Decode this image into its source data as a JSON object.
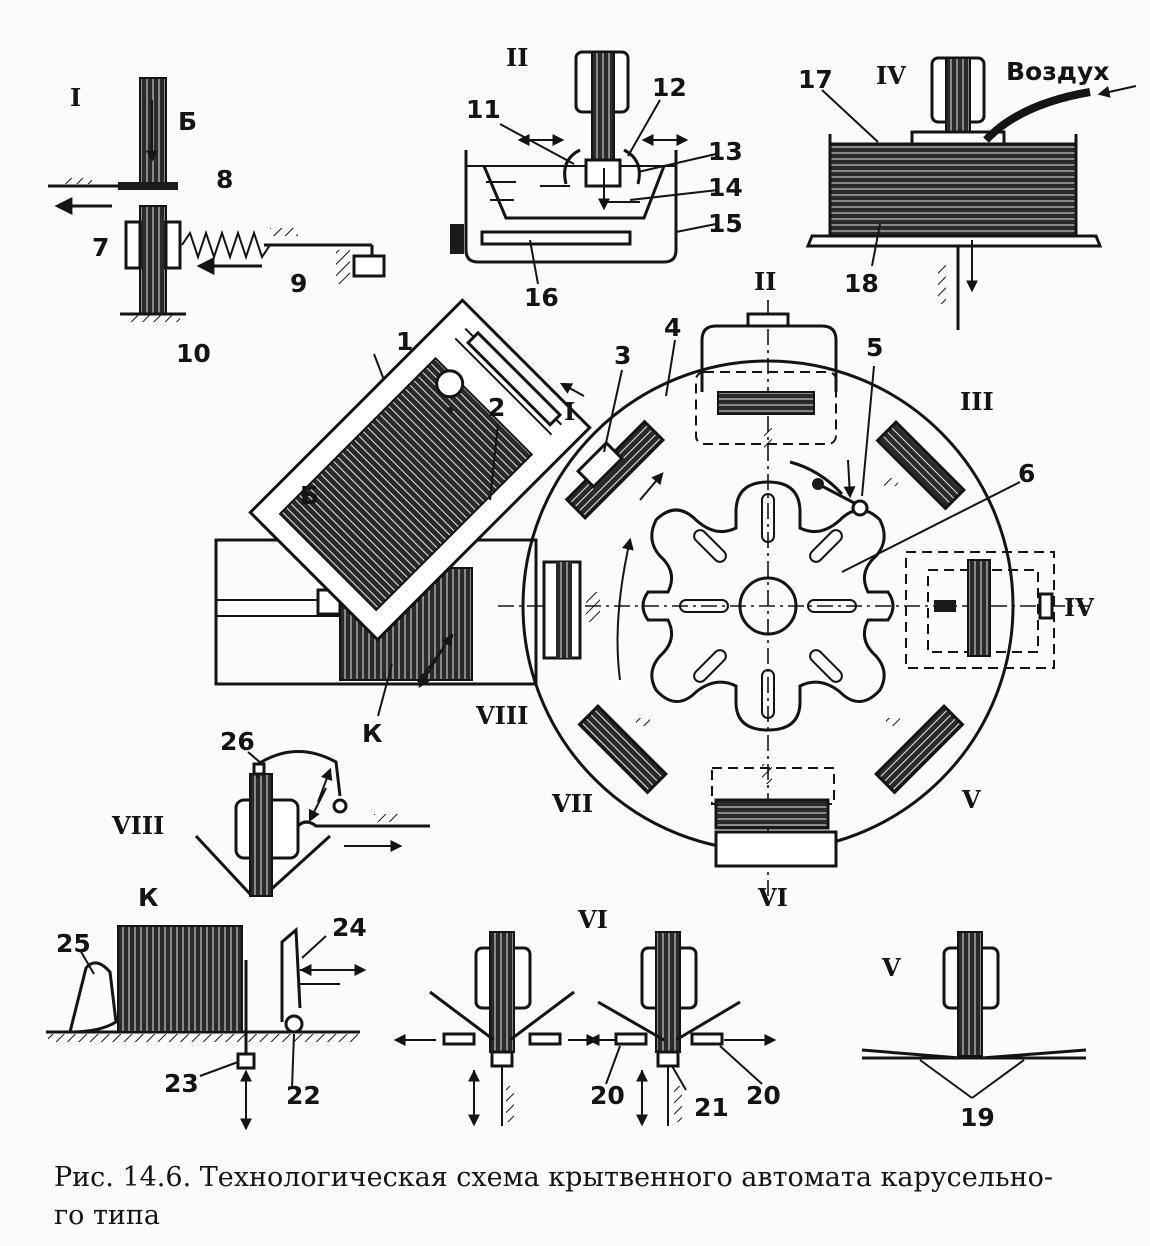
{
  "labels": {
    "roman_I": "I",
    "roman_II": "II",
    "roman_III": "III",
    "roman_IV": "IV",
    "roman_V": "V",
    "roman_VI": "VI",
    "roman_VII": "VII",
    "roman_VIII": "VIII",
    "B": "Б",
    "K": "К",
    "air": "Воздух",
    "n1": "1",
    "n2": "2",
    "n3": "3",
    "n4": "4",
    "n5": "5",
    "n6": "6",
    "n7": "7",
    "n8": "8",
    "n9": "9",
    "n10": "10",
    "n11": "11",
    "n12": "12",
    "n13": "13",
    "n14": "14",
    "n15": "15",
    "n16": "16",
    "n17": "17",
    "n18": "18",
    "n19": "19",
    "n20": "20",
    "n21": "21",
    "n22": "22",
    "n23": "23",
    "n24": "24",
    "n25": "25",
    "n26": "26"
  },
  "caption": {
    "line1": "Рис. 14.6. Технологическая схема крытвенного автомата карусельно-",
    "line2": "го типа"
  }
}
